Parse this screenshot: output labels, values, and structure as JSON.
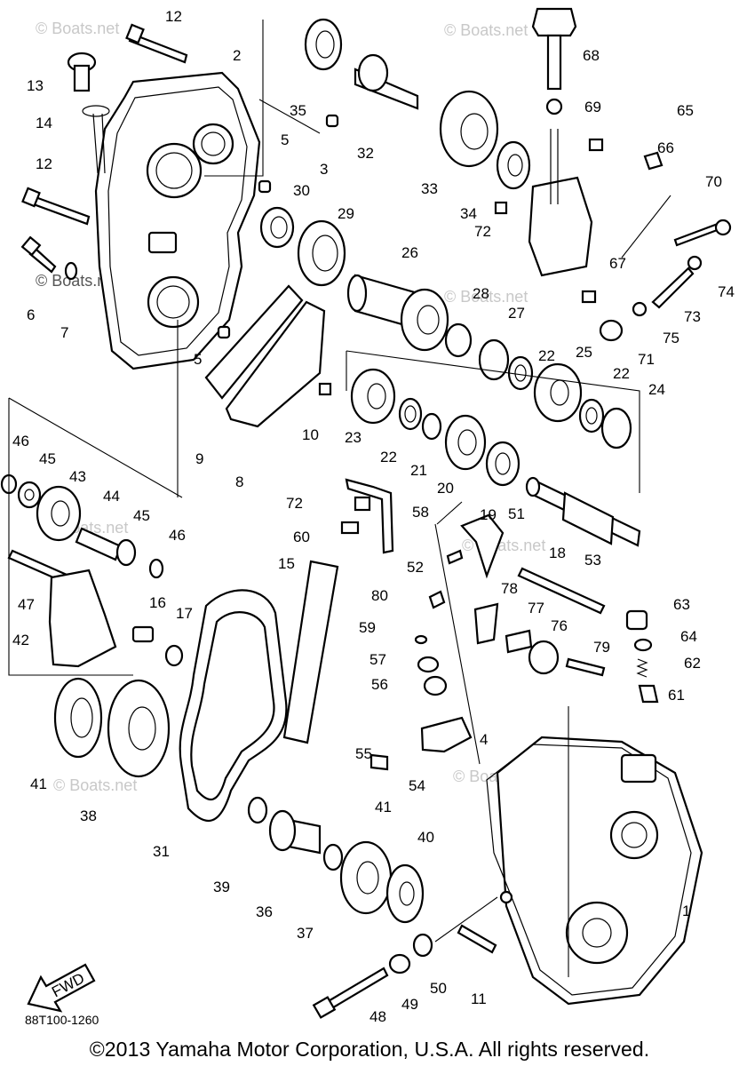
{
  "diagram": {
    "drawing_code": "88T100-1260",
    "copyright": "©2013 Yamaha Motor Corporation, U.S.A. All rights reserved.",
    "watermark": "© Boats.net",
    "direction_label": "FWD",
    "callouts": [
      "1",
      "2",
      "3",
      "4",
      "5",
      "5",
      "6",
      "7",
      "8",
      "9",
      "10",
      "11",
      "12",
      "12",
      "13",
      "14",
      "15",
      "16",
      "17",
      "18",
      "19",
      "20",
      "21",
      "22",
      "22",
      "22",
      "23",
      "24",
      "25",
      "26",
      "27",
      "28",
      "29",
      "30",
      "31",
      "32",
      "33",
      "34",
      "35",
      "36",
      "37",
      "38",
      "39",
      "40",
      "41",
      "41",
      "42",
      "43",
      "44",
      "45",
      "45",
      "46",
      "46",
      "47",
      "48",
      "49",
      "50",
      "51",
      "52",
      "53",
      "54",
      "55",
      "56",
      "57",
      "58",
      "59",
      "60",
      "61",
      "62",
      "63",
      "64",
      "65",
      "66",
      "67",
      "68",
      "69",
      "70",
      "71",
      "72",
      "72",
      "73",
      "74",
      "75",
      "76",
      "77",
      "78",
      "79",
      "80"
    ]
  }
}
